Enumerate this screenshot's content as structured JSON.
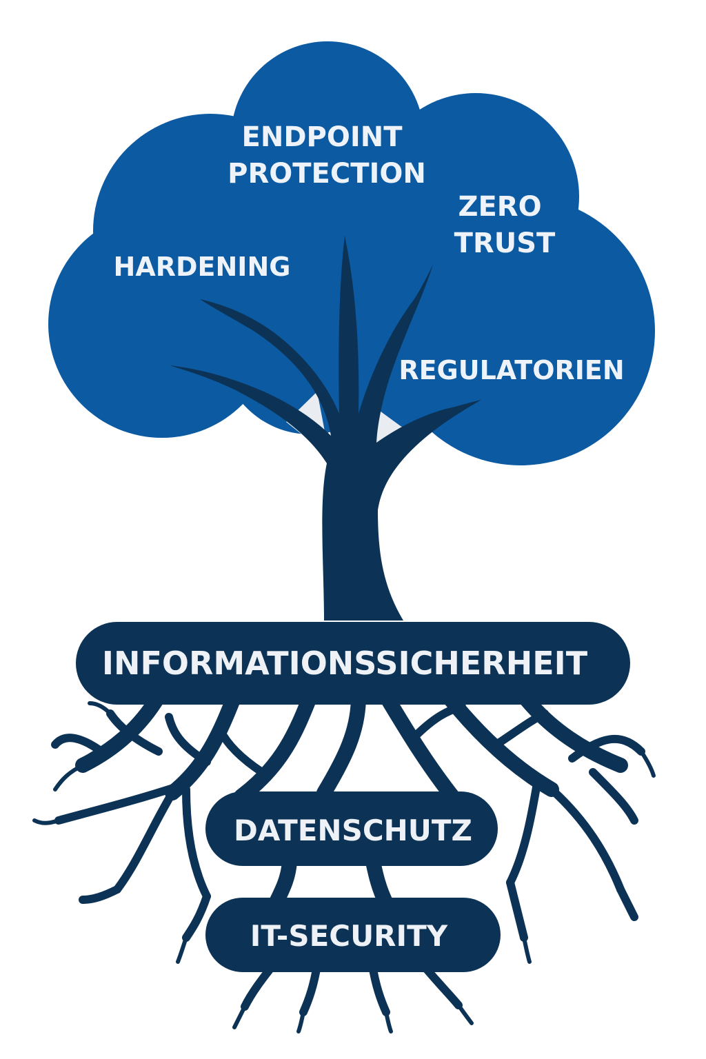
{
  "canopy": {
    "labels": [
      {
        "id": "endpoint",
        "lines": [
          "ENDPOINT",
          "PROTECTION"
        ]
      },
      {
        "id": "zero-trust",
        "lines": [
          "ZERO",
          "TRUST"
        ]
      },
      {
        "id": "hardening",
        "lines": [
          "HARDENING"
        ]
      },
      {
        "id": "regulatorien",
        "lines": [
          "REGULATORIEN"
        ]
      }
    ]
  },
  "roots": {
    "main_label": "INFORMATIONSSICHERHEIT",
    "sub_labels": [
      "DATENSCHUTZ",
      "IT-SECURITY"
    ]
  },
  "colors": {
    "canopy": "#0b5aa2",
    "trunk": "#0c3355",
    "label_text": "#eef3fa",
    "background": "#ffffff"
  }
}
